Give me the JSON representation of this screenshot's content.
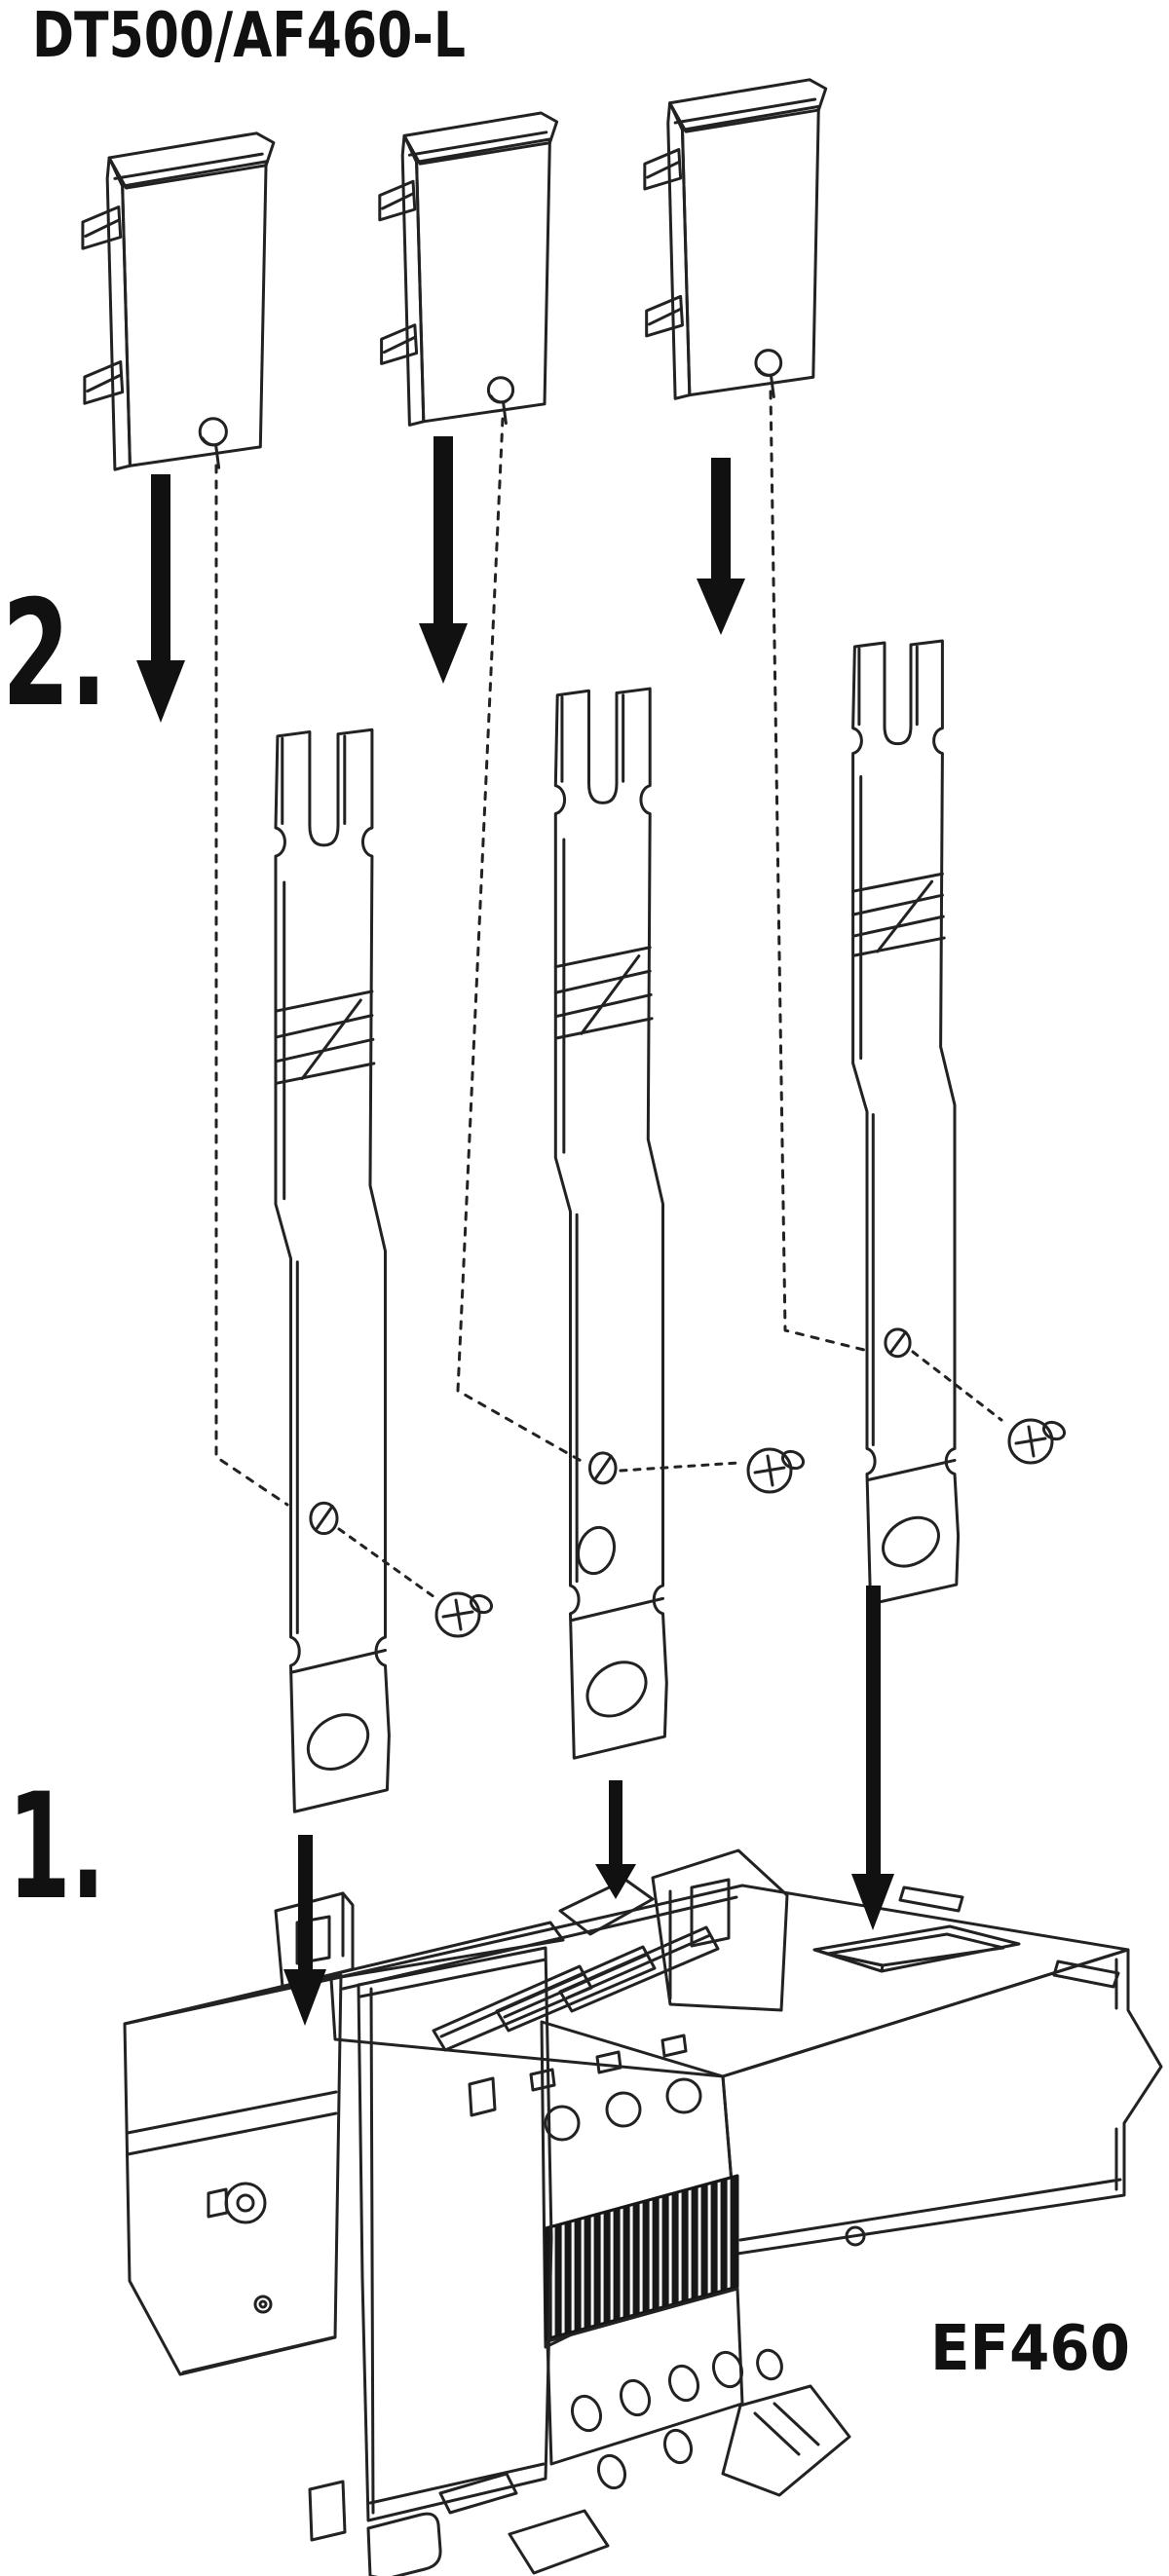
{
  "labels": {
    "title": "DT500/AF460-L",
    "step2": "2.",
    "step1": "1.",
    "product": "EF460"
  },
  "colors": {
    "background": "#ffffff",
    "line": "#222222",
    "arrow": "#111111",
    "screw_fill": "#cfcfcf",
    "screw_stroke": "#9a9a9a",
    "text": "#111111"
  },
  "parts": {
    "terminal_covers": 3,
    "busbar_extensions": 3,
    "mounting_screws": 3,
    "assembly_arrows_step2": 3,
    "assembly_arrows_step1": 3,
    "alignment_guides": 3,
    "device": "contactor with overload relay"
  }
}
